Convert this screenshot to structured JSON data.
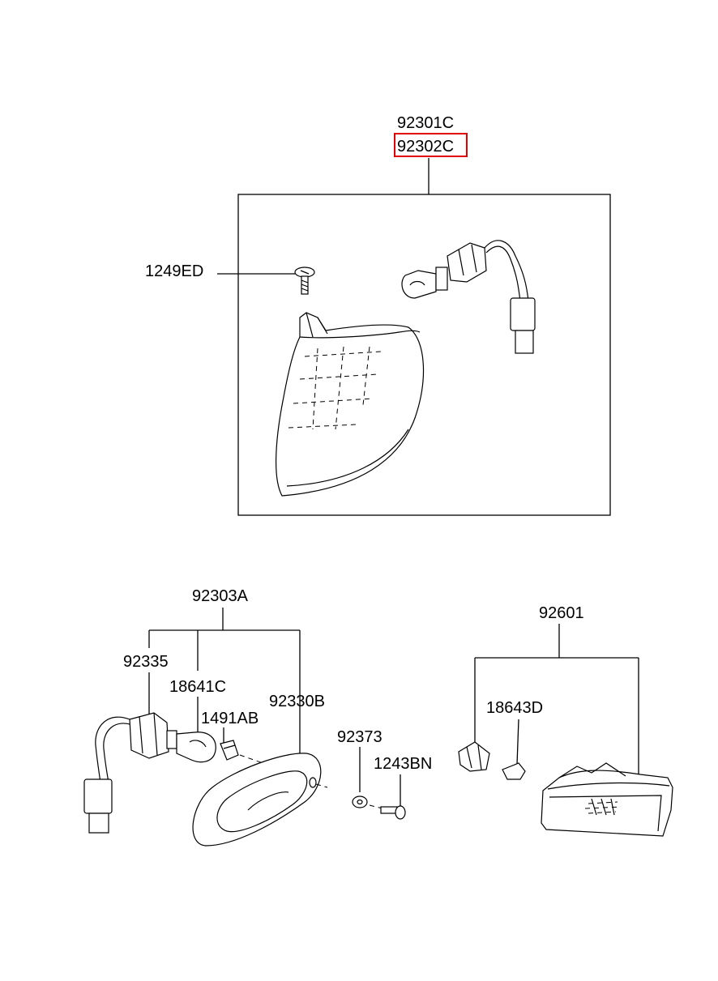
{
  "labels": {
    "p92301C": "92301C",
    "p92302C": "92302C",
    "p1249ED": "1249ED",
    "p92303A": "92303A",
    "p92335": "92335",
    "p18641C": "18641C",
    "p1491AB": "1491AB",
    "p92330B": "92330B",
    "p92373": "92373",
    "p1243BN": "1243BN",
    "p92601": "92601",
    "p18643D": "18643D"
  },
  "highlight": {
    "part": "92302C",
    "color": "#e00000"
  }
}
